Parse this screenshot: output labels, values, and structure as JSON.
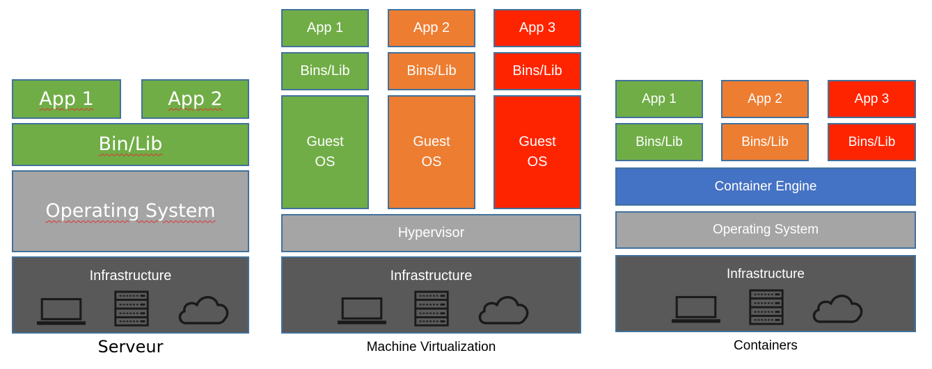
{
  "serveur": {
    "app1": "App 1",
    "app2": "App 2",
    "binlib": "Bin/Lib",
    "os": "Operating System",
    "infrastructure": "Infrastructure",
    "caption": "Serveur"
  },
  "vm": {
    "app1": "App 1",
    "app2": "App 2",
    "app3": "App 3",
    "bins1": "Bins/Lib",
    "bins2": "Bins/Lib",
    "bins3": "Bins/Lib",
    "guest_line1": "Guest",
    "guest_line2": "OS",
    "hypervisor": "Hypervisor",
    "infrastructure": "Infrastructure",
    "caption": "Machine Virtualization"
  },
  "containers": {
    "app1": "App 1",
    "app2": "App 2",
    "app3": "App 3",
    "bins1": "Bins/Lib",
    "bins2": "Bins/Lib",
    "bins3": "Bins/Lib",
    "engine": "Container Engine",
    "os": "Operating System",
    "infrastructure": "Infrastructure",
    "caption": "Containers"
  },
  "colors": {
    "green": "#70ad47",
    "orange": "#ed7d31",
    "red": "#ff2400",
    "gray": "#a5a5a5",
    "blue": "#4472c4",
    "infra": "#595959"
  },
  "icons": [
    "laptop-icon",
    "server-icon",
    "cloud-icon"
  ]
}
